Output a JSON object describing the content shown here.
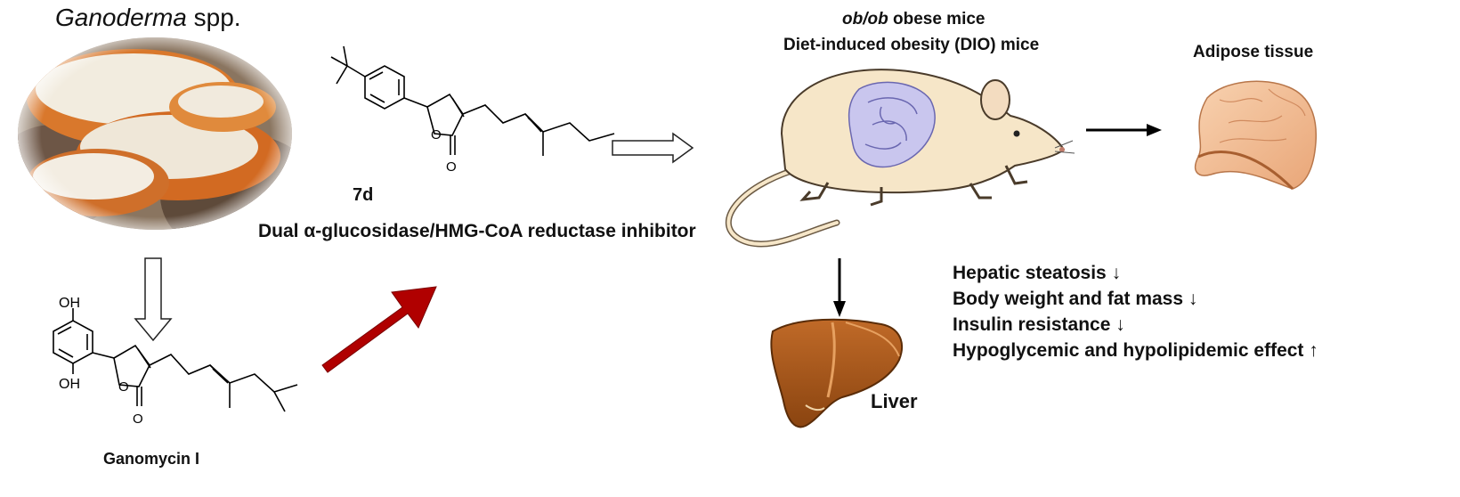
{
  "source": {
    "genus": "Ganoderma",
    "suffix": " spp."
  },
  "compounds": {
    "natural": {
      "name": "Ganomycin I",
      "oh_top": "OH",
      "oh_bottom": "OH",
      "carbonyl_o": "O",
      "ring_o": "O"
    },
    "synthetic": {
      "name": "7d",
      "description": "Dual α-glucosidase/HMG-CoA reductase inhibitor",
      "carbonyl_o": "O",
      "ring_o": "O"
    }
  },
  "models": {
    "line1_italic": "ob/ob",
    "line1_rest": " obese mice",
    "line2": "Diet-induced obesity (DIO) mice"
  },
  "tissues": {
    "adipose": "Adipose tissue",
    "liver": "Liver"
  },
  "effects": [
    "Hepatic steatosis ↓",
    "Body weight and fat mass ↓",
    "Insulin resistance ↓",
    "Hypoglycemic and hypolipidemic effect ↑"
  ],
  "colors": {
    "red_arrow": "#b00000",
    "mushroom": "#d9782c",
    "mouse_body": "#f6e6c8",
    "intestine": "#c9c6ee",
    "liver": "#a4551c",
    "adipose": "#f2b98e"
  }
}
